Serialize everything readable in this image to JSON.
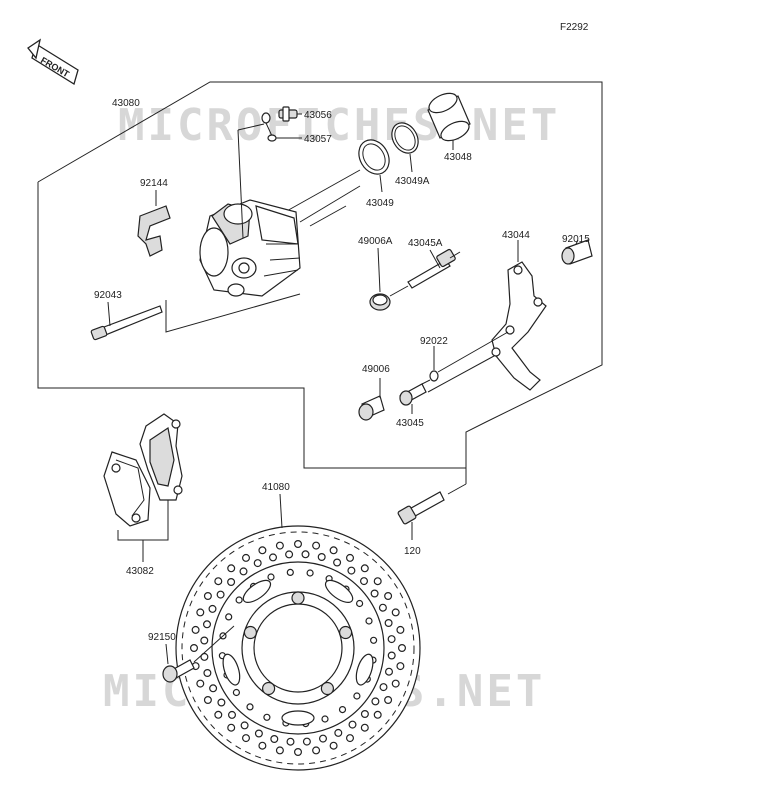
{
  "figure_code": "F2292",
  "direction_label": "FRONT",
  "watermark_text": "MICROFICHES.NET",
  "parts": {
    "caliper_assembly": "43080",
    "bleeder_valve": "43056",
    "bleeder_cap": "43057",
    "piston": "43048",
    "piston_seal": "43049",
    "dust_seal": "43049A",
    "pad_spring": "92144",
    "pad_pin": "92043",
    "slide_pin_upper": "43045A",
    "boot_upper": "49006A",
    "caliper_bracket": "43044",
    "bracket_collar": "92015",
    "retaining_ring": "92022",
    "boot_lower": "49006",
    "slide_pin_lower": "43045",
    "pad_set": "43082",
    "disc": "41080",
    "bracket_bolt": "120",
    "disc_bolt": "92150"
  }
}
